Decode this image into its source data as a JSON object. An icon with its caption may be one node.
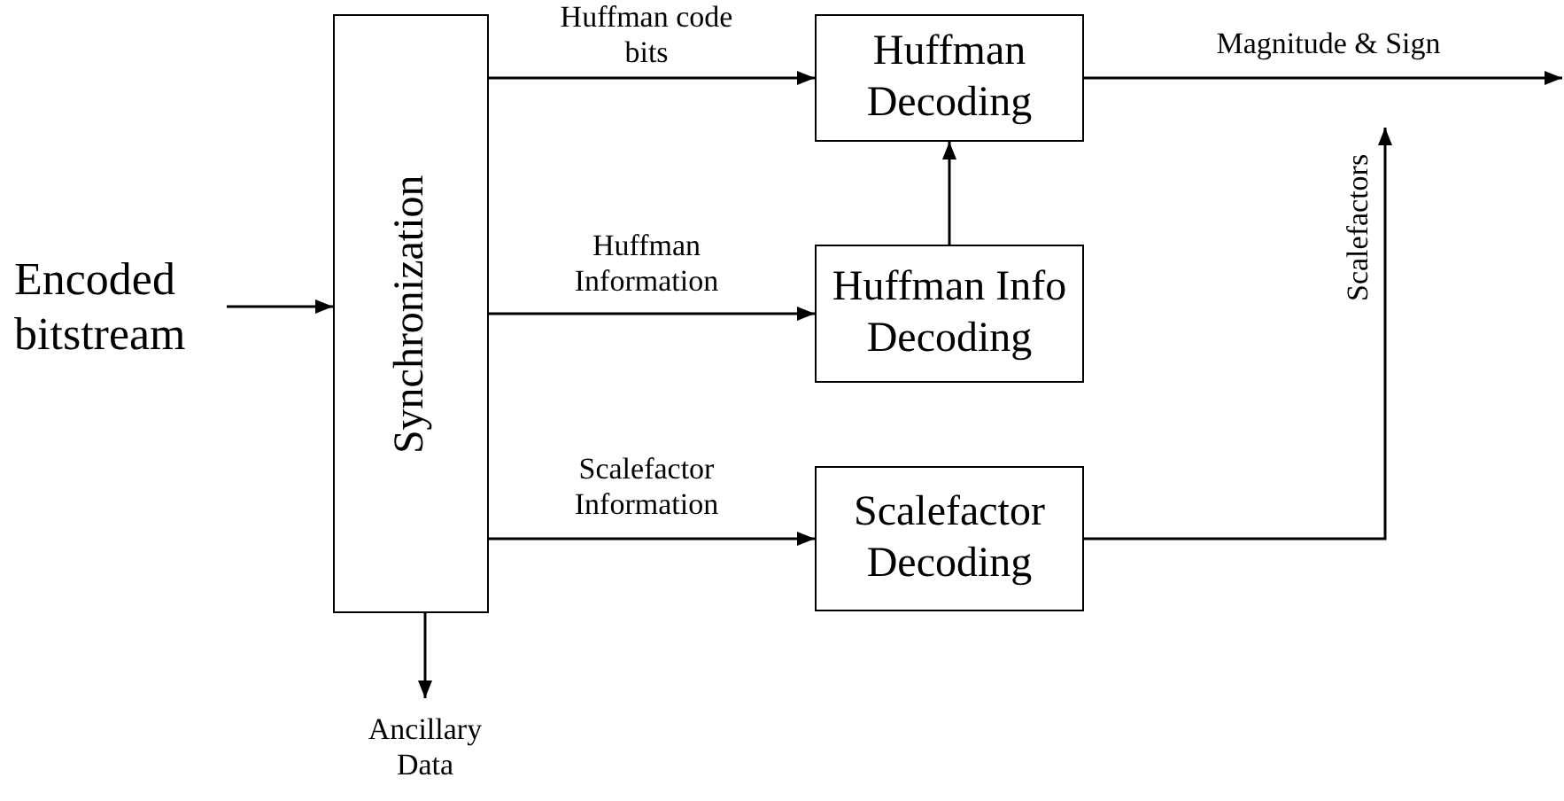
{
  "diagram": {
    "nodes": [
      {
        "text": [
          "Encoded bitstream"
        ]
      },
      {
        "text": [
          "Synchronization"
        ]
      },
      {
        "text": [
          "Huffman Decoding"
        ]
      },
      {
        "text": [
          "Huffman Info Decoding"
        ]
      },
      {
        "text": [
          "Scalefactor Decoding"
        ]
      },
      {
        "text": [
          "Ancillary Data"
        ]
      }
    ],
    "edges": [
      {
        "from": 0,
        "to": 1,
        "arrow": "to"
      },
      {
        "from": 1,
        "to": 2,
        "arrow": "to",
        "label": "Huffman code bits"
      },
      {
        "from": 1,
        "to": 3,
        "arrow": "to",
        "label": "Huffman Information"
      },
      {
        "from": 1,
        "to": 4,
        "arrow": "to",
        "label": "Scalefactor Information"
      },
      {
        "from": 3,
        "to": 2,
        "arrow": "to"
      },
      {
        "from": 2,
        "to": null,
        "arrow": "to",
        "label": "Magnitude & Sign"
      },
      {
        "from": 4,
        "to": null,
        "arrow": "to",
        "label": "Scalefactors"
      },
      {
        "from": 1,
        "to": 5,
        "arrow": "to"
      }
    ]
  }
}
